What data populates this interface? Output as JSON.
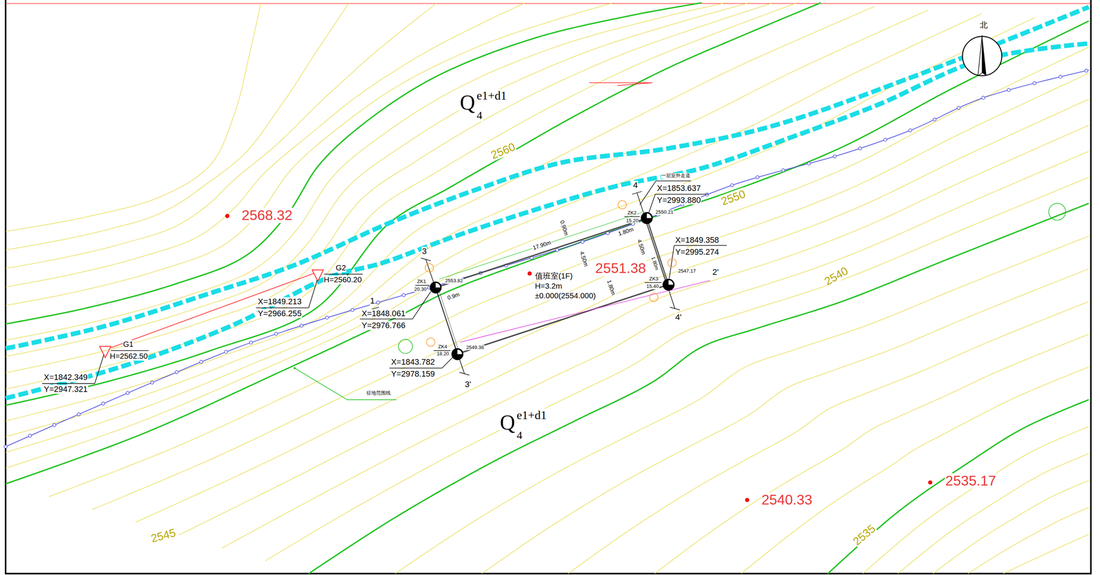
{
  "diagram": {
    "labels": [
      "北",
      "Q",
      "e1+d1",
      "4",
      "2568.32",
      "2560",
      "G2",
      "H=2560.20",
      "X=1849.213",
      "Y=2966.255",
      "G1",
      "H=2562.50",
      "X=1842.349",
      "Y=2947.321",
      "1",
      "3",
      "ZK1",
      "20.30",
      "2553.82",
      "0.9m",
      "X=1848.061",
      "Y=2976.766",
      "17.90m",
      "0.90m",
      "4.50m",
      "2551.38",
      "值班室(1F)",
      "H=3.2m",
      "±0.000(2554.000)",
      "1.80m",
      "一层室外走道",
      "X=1853.637",
      "Y=2993.880",
      "4",
      "ZK2",
      "15.20",
      "2550.21",
      "1.80m",
      "4.50m",
      "X=1849.358",
      "Y=2995.274",
      "1.80m",
      "ZK3",
      "15.40",
      "2547.17",
      "2'",
      "4'",
      "ZK4",
      "18.20",
      "2549.38",
      "X=1843.782",
      "Y=2978.159",
      "3'",
      "征地范围线",
      "2550",
      "2540",
      "Q",
      "e1+d1",
      "4",
      "2540.33",
      "2535.17",
      "2545",
      "2535"
    ]
  }
}
